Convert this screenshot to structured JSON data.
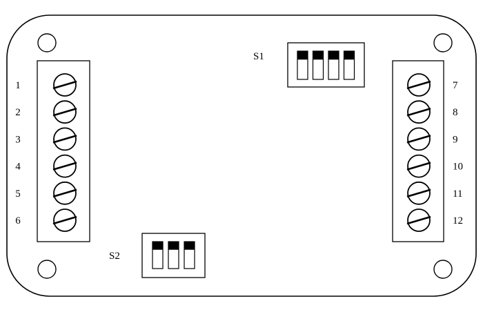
{
  "diagram": {
    "left_terminals": [
      "1",
      "2",
      "3",
      "4",
      "5",
      "6"
    ],
    "right_terminals": [
      "7",
      "8",
      "9",
      "10",
      "11",
      "12"
    ],
    "switches": [
      {
        "label": "S1",
        "positions": 4
      },
      {
        "label": "S2",
        "positions": 3
      }
    ]
  }
}
